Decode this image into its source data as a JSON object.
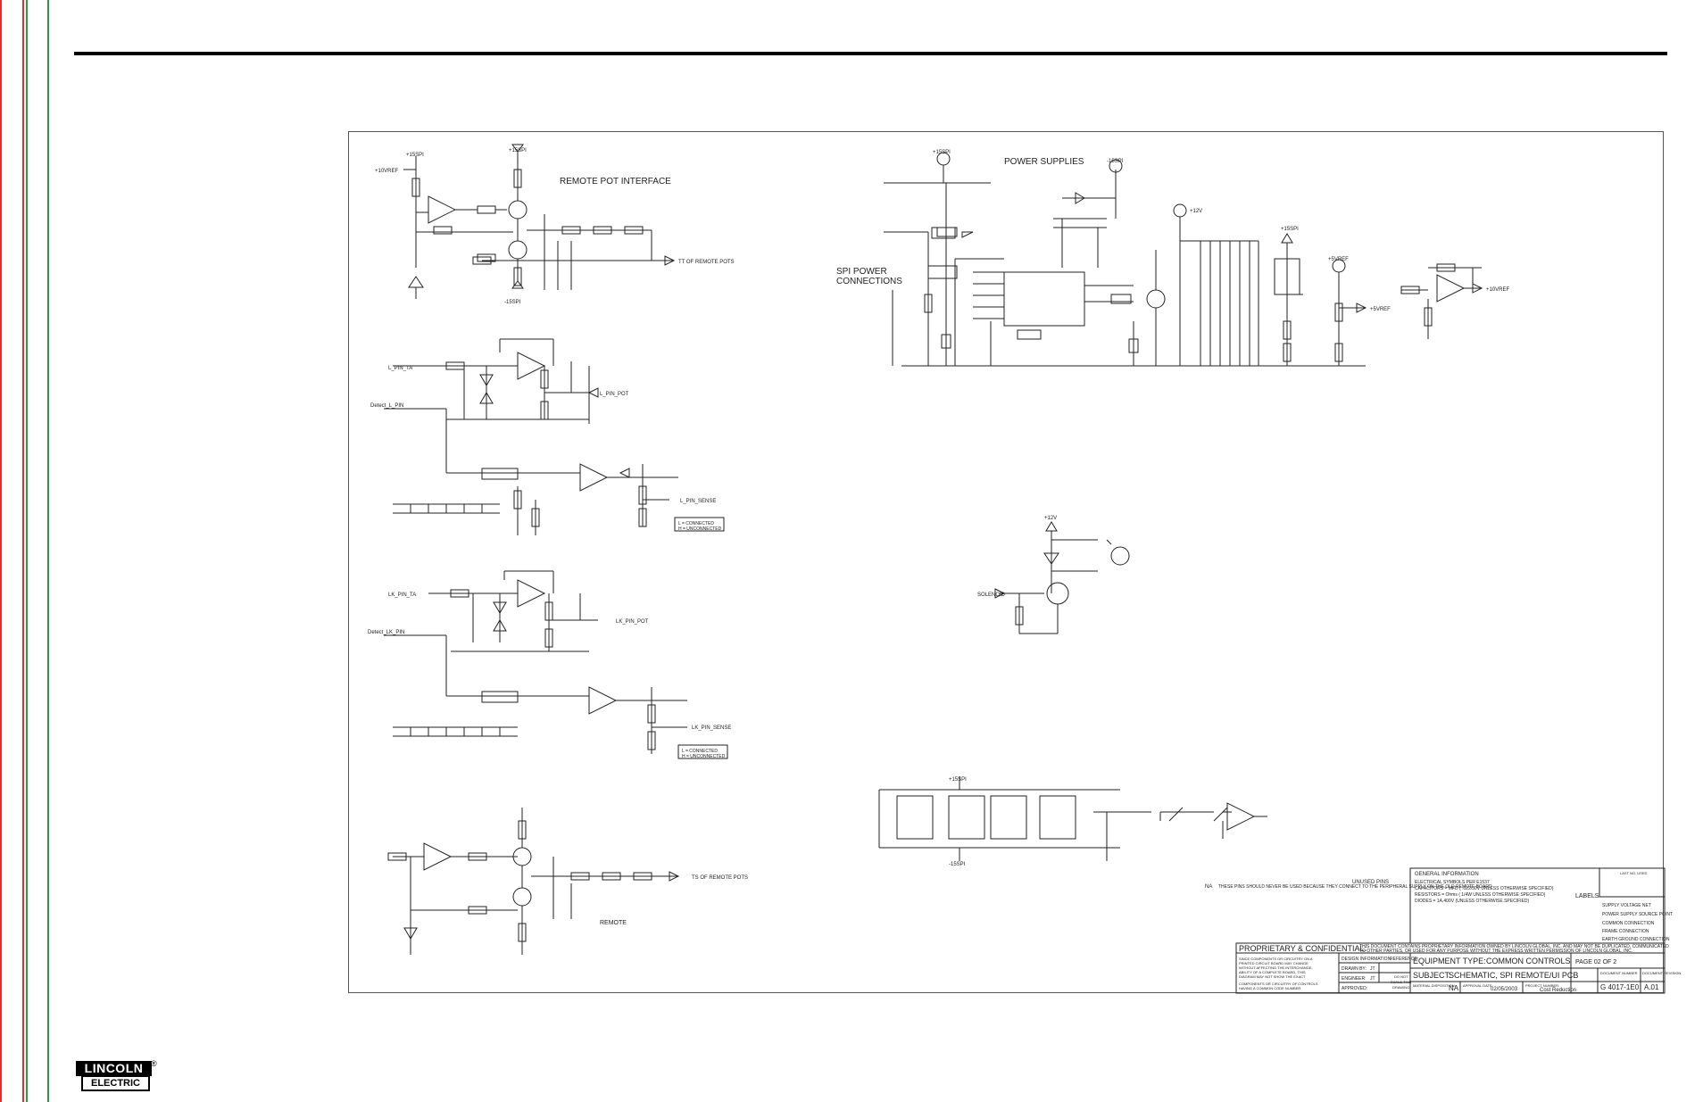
{
  "sections": {
    "remote_pot": "REMOTE POT INTERFACE",
    "power_supplies": "POWER SUPPLIES",
    "spi_power_1": "SPI POWER",
    "spi_power_2": "CONNECTIONS",
    "remote": "REMOTE"
  },
  "nets": {
    "v10ref": "+10VREF",
    "v15spi": "+15SPI",
    "v15spi_neg": "-15SPI",
    "v5vref": "+5VREF",
    "v12": "+12V",
    "spi_gnd": "SPI",
    "l_pin": "L_PIN_TA",
    "l_pin_pot": "L_PIN_POT",
    "l_pin_sense": "L_PIN_SENSE",
    "detect_l": "Detect_L_PIN",
    "lk_pin": "LK_PIN_TA",
    "lk_pin_pot": "LK_PIN_POT",
    "lk_pin_sense": "LK_PIN_SENSE",
    "detect_lk": "Detect_LK_PIN",
    "to_remote_pots_1": "TT OF REMOTE POTS",
    "to_remote_pots_2": "TS OF REMOTE POTS",
    "solenoid": "SOLENOID",
    "v10vref_out": "+10VREF",
    "v5vref_out": "+5VREF"
  },
  "legend": {
    "l_conn_1": "L = CONNECTED",
    "l_conn_2": "H = UNCONNECTED",
    "l_conn_3": "L = CONNECTED",
    "l_conn_4": "H = UNCONNECTED"
  },
  "notes": {
    "unused_pins": "UNUSED PINS",
    "na": "NA",
    "na_text": "THESE PINS SHOULD NEVER BE USED BECAUSE THEY CONNECT TO THE PERIPHERAL SUPPLY ON THE OLD REMOTE BOARD"
  },
  "general_info": {
    "title": "GENERAL INFORMATION",
    "line1": "ELECTRICAL SYMBOLS PER E1537",
    "line2": "CAPACITORS = MFD ( .022/50V UNLESS OTHERWISE SPECIFIED)",
    "line3": "RESISTORS = Ohms ( 1/4W UNLESS OTHERWISE SPECIFIED)",
    "line4": "DIODES = 1A,400V (UNLESS OTHERWISE SPECIFIED)",
    "labels": "LABELS",
    "label1": "SUPPLY VOLTAGE NET",
    "label2": "POWER SUPPLY SOURCE POINT",
    "label3": "COMMON CONNECTION",
    "label4": "FRAME CONNECTION",
    "label5": "EARTH GROUND CONNECTION"
  },
  "title_block": {
    "proprietary": "PROPRIETARY & CONFIDENTIAL:",
    "proprietary_text_1": "THIS DOCUMENT CONTAINS PROPRIETARY INFORMATION OWNED BY LINCOLN GLOBAL, INC. AND MAY NOT BE DUPLICATED, COMMUNICATED",
    "proprietary_text_2": "TO OTHER PARTIES, OR USED FOR ANY PURPOSE WITHOUT THE EXPRESS WRITTEN PERMISSION OF LINCOLN GLOBAL, INC.",
    "design_info": "DESIGN INFORMATION",
    "drawn_by": "DRAWN BY:",
    "drawn_by_val": "JT",
    "engineer": "ENGINEER:",
    "engineer_val": "JT",
    "approved": "APPROVED:",
    "reference": "REFERENCE:",
    "do_not_scale_1": "DO NOT",
    "do_not_scale_2": "SCALE THIS",
    "do_not_scale_3": "DRAWING",
    "equipment_type_label": "EQUIPMENT TYPE:",
    "equipment_type": "COMMON CONTROLS",
    "page": "PAGE 02 OF 2",
    "subject_label": "SUBJECT:",
    "subject": "SCHEMATIC, SPI REMOTE/UI PCB",
    "material_disp": "MATERIAL DISPOSITION:",
    "material_disp_val": "NA",
    "approval_date": "APPROVAL DATE:",
    "approval_date_val": "02/05/2003",
    "project_number": "PROJECT NUMBER:",
    "project_number_val": "Cost Reduction",
    "document_number_label": "DOCUMENT NUMBER",
    "document_number": "G 4017-1E0",
    "document_revision_label": "DOCUMENT REVISION",
    "document_revision": "A.01",
    "since_note_1": "SINCE COMPONENTS OR CIRCUITRY ON A",
    "since_note_2": "PRINTED CIRCUIT BOARD MAY CHANGE",
    "since_note_3": "WITHOUT AFFECTING THE INTERCHANGE-",
    "since_note_4": "ABILITY OF A COMPLETE BOARD, THIS",
    "since_note_5": "DIAGRAM MAY NOT SHOW THE EXACT",
    "since_note_6": "COMPONENTS OR CIRCUITRY OF CONTROLS",
    "since_note_7": "HAVING A COMMON CODE NUMBER.",
    "last_no_used": "LAST NO. USED"
  },
  "logo": {
    "top": "LINCOLN",
    "bottom": "ELECTRIC",
    "reg": "®"
  }
}
